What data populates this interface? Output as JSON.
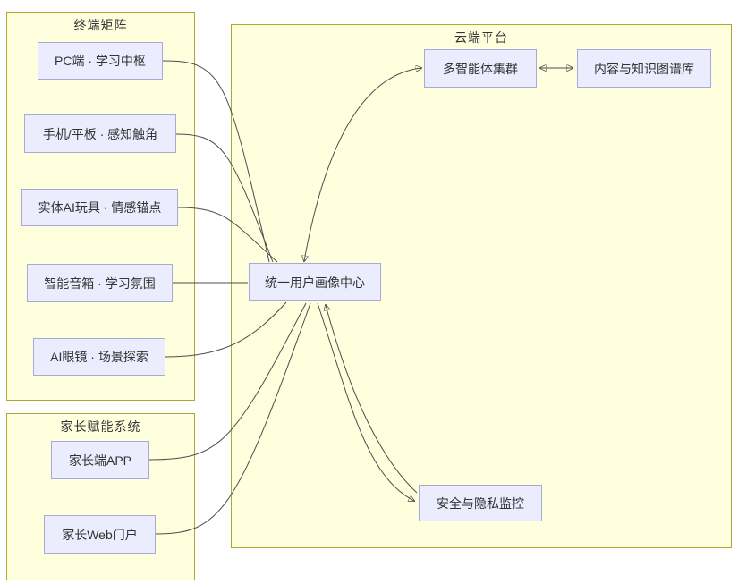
{
  "diagram": {
    "type": "flowchart",
    "clusters": {
      "terminal": {
        "title": "终端矩阵"
      },
      "parent": {
        "title": "家长赋能系统"
      },
      "cloud": {
        "title": "云端平台"
      }
    },
    "nodes": {
      "pc": {
        "label": "PC端 · 学习中枢"
      },
      "phone": {
        "label": "手机/平板 · 感知触角"
      },
      "toy": {
        "label": "实体AI玩具 · 情感锚点"
      },
      "speaker": {
        "label": "智能音箱 · 学习氛围"
      },
      "glasses": {
        "label": "AI眼镜 · 场景探索"
      },
      "parent_app": {
        "label": "家长端APP"
      },
      "parent_web": {
        "label": "家长Web门户"
      },
      "profile": {
        "label": "统一用户画像中心"
      },
      "agents": {
        "label": "多智能体集群"
      },
      "knowledge": {
        "label": "内容与知识图谱库"
      },
      "security": {
        "label": "安全与隐私监控"
      }
    },
    "edges": [
      {
        "from": "pc",
        "to": "profile",
        "arrow": "none"
      },
      {
        "from": "phone",
        "to": "profile",
        "arrow": "none"
      },
      {
        "from": "toy",
        "to": "profile",
        "arrow": "none"
      },
      {
        "from": "speaker",
        "to": "profile",
        "arrow": "none"
      },
      {
        "from": "glasses",
        "to": "profile",
        "arrow": "none"
      },
      {
        "from": "parent_app",
        "to": "profile",
        "arrow": "none"
      },
      {
        "from": "parent_web",
        "to": "profile",
        "arrow": "none"
      },
      {
        "from": "profile",
        "to": "agents",
        "arrow": "both"
      },
      {
        "from": "agents",
        "to": "knowledge",
        "arrow": "both"
      },
      {
        "from": "profile",
        "to": "security",
        "arrow": "forward"
      },
      {
        "from": "security",
        "to": "profile",
        "arrow": "forward"
      }
    ],
    "colors": {
      "cluster_fill": "#ffffde",
      "cluster_border": "#aaaa33",
      "node_fill": "#ececff",
      "node_border": "#a9a9d9",
      "edge": "#4d4d4d",
      "arrowhead": "#333333",
      "text": "#333333",
      "background": "#ffffff"
    }
  }
}
